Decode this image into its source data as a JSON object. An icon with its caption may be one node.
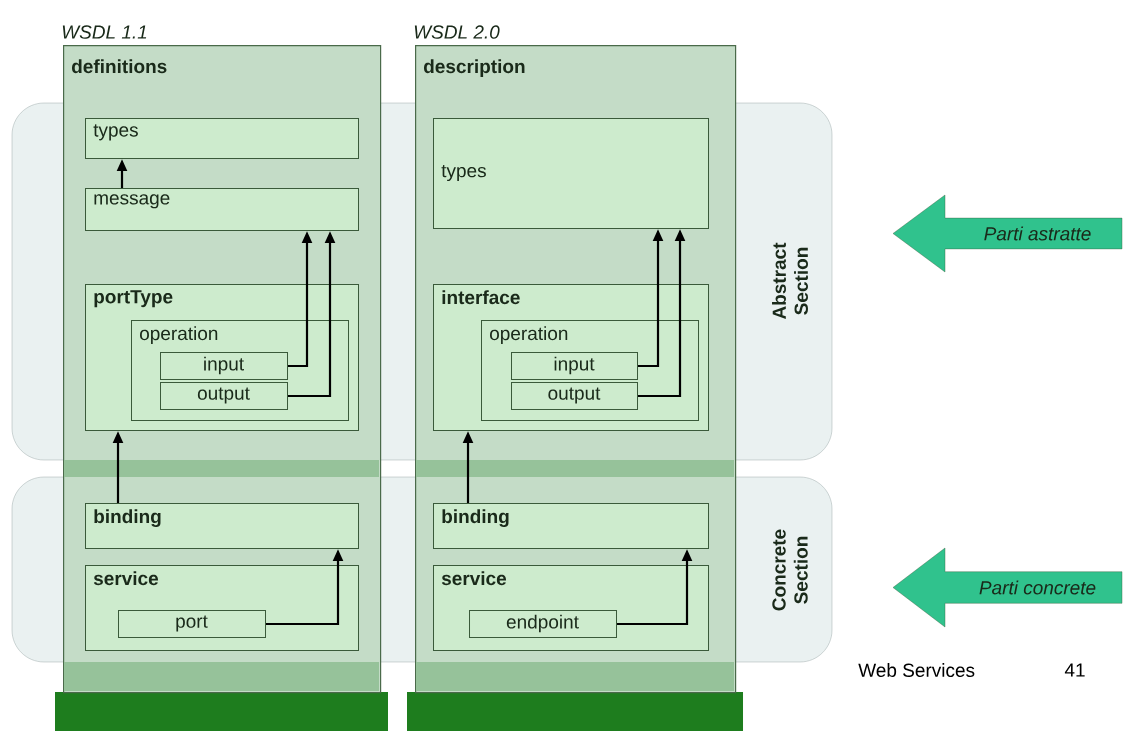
{
  "diagram": {
    "nodes": [
      {
        "text": [
          "WSDL 1.1",
          "definitions"
        ]
      },
      {
        "text": [
          "types"
        ],
        "in": 0
      },
      {
        "text": [
          "message"
        ],
        "in": 0
      },
      {
        "text": [
          "portType"
        ],
        "in": 0
      },
      {
        "text": [
          "operation"
        ],
        "in": 3
      },
      {
        "text": [
          "input"
        ],
        "in": 4
      },
      {
        "text": [
          "output"
        ],
        "in": 4
      },
      {
        "text": [
          "binding"
        ],
        "in": 0
      },
      {
        "text": [
          "service"
        ],
        "in": 0
      },
      {
        "text": [
          "port"
        ],
        "in": 8
      },
      {
        "text": [
          "WSDL 2.0",
          "description"
        ]
      },
      {
        "text": [
          "types"
        ],
        "in": 10
      },
      {
        "text": [
          "interface"
        ],
        "in": 10
      },
      {
        "text": [
          "operation"
        ],
        "in": 12
      },
      {
        "text": [
          "input"
        ],
        "in": 13
      },
      {
        "text": [
          "output"
        ],
        "in": 13
      },
      {
        "text": [
          "binding"
        ],
        "in": 10
      },
      {
        "text": [
          "service"
        ],
        "in": 10
      },
      {
        "text": [
          "endpoint"
        ],
        "in": 17
      },
      {
        "text": [
          "Parti astratte"
        ]
      },
      {
        "text": [
          "Parti concrete"
        ]
      }
    ],
    "edges": [
      {
        "from": 2,
        "to": 1,
        "arrow": "to"
      },
      {
        "from": 5,
        "to": 2,
        "arrow": "to"
      },
      {
        "from": 6,
        "to": 2,
        "arrow": "to"
      },
      {
        "from": 7,
        "to": 3,
        "arrow": "to"
      },
      {
        "from": 9,
        "to": 7,
        "arrow": "to"
      },
      {
        "from": 14,
        "to": 11,
        "arrow": "to"
      },
      {
        "from": 15,
        "to": 11,
        "arrow": "to"
      },
      {
        "from": 16,
        "to": 12,
        "arrow": "to"
      },
      {
        "from": 18,
        "to": 16,
        "arrow": "to"
      }
    ],
    "labels": [
      "Abstract Section",
      "Concrete Section",
      "Web Services",
      "41"
    ]
  }
}
